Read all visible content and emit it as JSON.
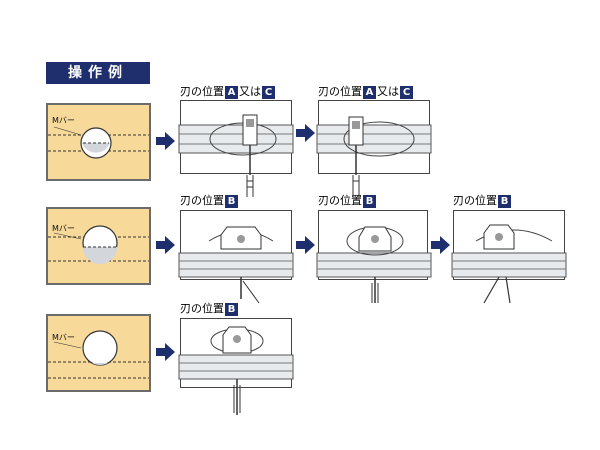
{
  "title": "操作例",
  "panel_label": "Mバー",
  "cap": {
    "prefix": "刃の位置",
    "connector": "又は",
    "a": "A",
    "b": "B",
    "c": "C"
  },
  "colors": {
    "accent": "#1f2f6e",
    "panel": "#f7d99a",
    "arrow": "#1f2f6e"
  },
  "icons": [
    "right-arrow-icon"
  ]
}
